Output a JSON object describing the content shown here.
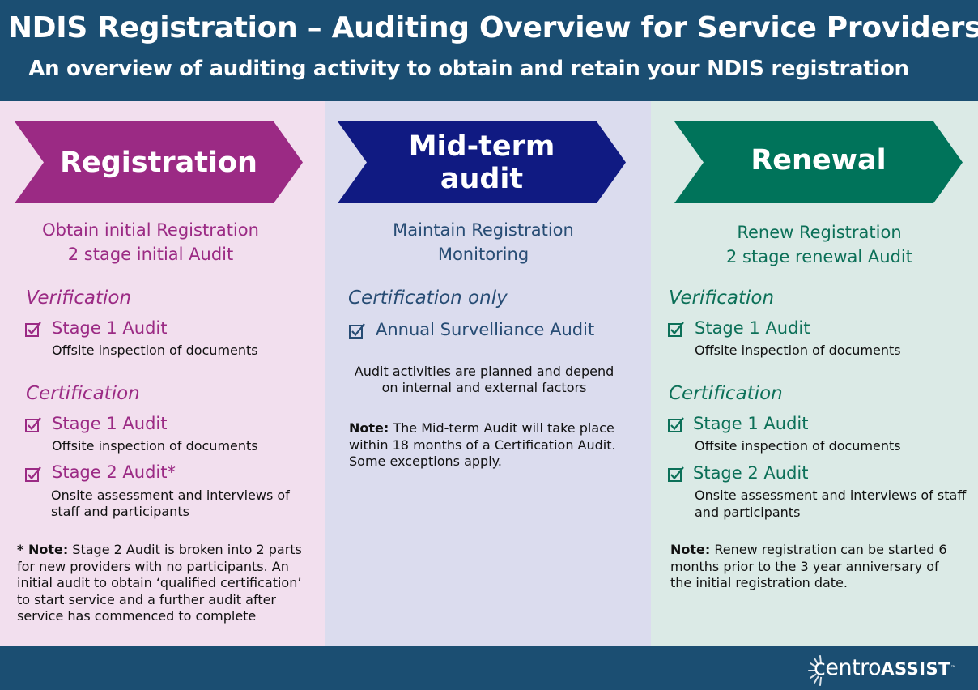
{
  "header": {
    "title": "NDIS Registration – Auditing Overview for Service Providers",
    "subtitle": "An overview of auditing activity to obtain and retain your NDIS registration"
  },
  "colors": {
    "header_bg": "#1b4e72",
    "registration": "#9b2a84",
    "midterm": "#101a82",
    "renewal": "#00735a",
    "registration_bg": "#f2dfee",
    "midterm_bg": "#dbdcee",
    "renewal_bg": "#dbeae6"
  },
  "registration": {
    "heading": "Registration",
    "summary_line1": "Obtain initial Registration",
    "summary_line2": "2 stage initial Audit",
    "verification": {
      "label": "Verification",
      "item": "Stage 1 Audit",
      "desc": "Offsite inspection of documents"
    },
    "certification": {
      "label": "Certification",
      "item1": "Stage 1 Audit",
      "desc1": "Offsite inspection of documents",
      "item2": "Stage 2 Audit*",
      "desc2_line1": "Onsite assessment and interviews of",
      "desc2_line2": "staff and participants"
    },
    "note_label": "* Note:",
    "note_line1": " Stage 2 Audit is broken into 2 parts",
    "note_line2": "for new providers with no participants. An",
    "note_line3": "initial audit to obtain ‘qualified certification’",
    "note_line4": "to start service and a further audit after",
    "note_line5": "service has commenced to complete"
  },
  "midterm": {
    "heading_line1": "Mid-term",
    "heading_line2": "audit",
    "summary_line1": "Maintain Registration",
    "summary_line2": "Monitoring",
    "section_label": "Certification only",
    "item": "Annual Survelliance Audit",
    "activities_line1": "Audit activities are planned and depend",
    "activities_line2": "on internal and external factors",
    "note_label": "Note:",
    "note_line1": " The Mid-term Audit will take place",
    "note_line2": "within 18 months of a Certification Audit.",
    "note_line3": "Some exceptions apply."
  },
  "renewal": {
    "heading": "Renewal",
    "summary_line1": "Renew Registration",
    "summary_line2": "2 stage renewal Audit",
    "verification": {
      "label": "Verification",
      "item": "Stage 1 Audit",
      "desc": "Offsite inspection of documents"
    },
    "certification": {
      "label": "Certification",
      "item1": "Stage 1 Audit",
      "desc1": "Offsite inspection of documents",
      "item2": "Stage 2 Audit",
      "desc2_line1": "Onsite assessment and interviews of staff",
      "desc2_line2": "and participants"
    },
    "note_label": "Note:",
    "note_line1": " Renew registration can be started 6",
    "note_line2": "months prior to the 3 year anniversary of",
    "note_line3": "the initial registration date."
  },
  "logo": {
    "part1": "centro",
    "part2": "ASSIST",
    "tm": "™"
  }
}
